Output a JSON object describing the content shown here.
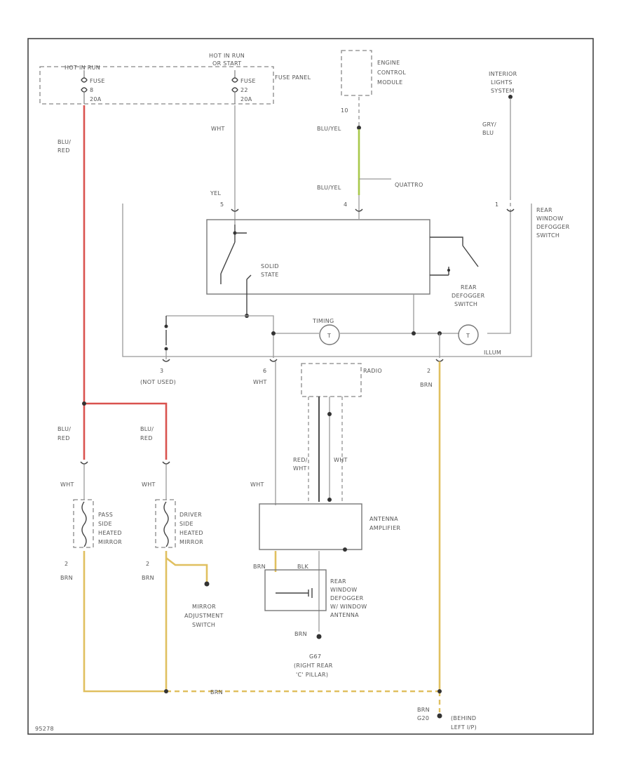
{
  "labels": {
    "hot_in_run_1": "HOT IN RUN",
    "fuse_1": "FUSE",
    "fuse_1_num": "8",
    "fuse_1_amp": "20A",
    "hot_in_run_2": "HOT IN RUN",
    "or_start": "OR START",
    "fuse_2": "FUSE",
    "fuse_2_num": "22",
    "fuse_2_amp": "20A",
    "fuse_panel": "FUSE PANEL",
    "ecm_1": "ENGINE",
    "ecm_2": "CONTROL",
    "ecm_3": "MODULE",
    "ecm_pin": "10",
    "ils_1": "INTERIOR",
    "ils_2": "LIGHTS",
    "ils_3": "SYSTEM",
    "blu_red_top_1": "BLU/",
    "blu_red_top_2": "RED",
    "wht_top": "WHT",
    "blu_yel_1": "BLU/YEL",
    "gry_blu_1": "GRY/",
    "gry_blu_2": "BLU",
    "yel": "YEL",
    "pin5": "5",
    "blu_yel_2": "BLU/YEL",
    "quattro": "QUATTRO",
    "pin4": "4",
    "pin1": "1",
    "rwds_1": "REAR",
    "rwds_2": "WINDOW",
    "rwds_3": "DEFOGGER",
    "rwds_4": "SWITCH",
    "solid_1": "SOLID",
    "solid_2": "STATE",
    "rds_1": "REAR",
    "rds_2": "DEFOGGER",
    "rds_3": "SWITCH",
    "timing": "TIMING",
    "t1": "T",
    "t2": "T",
    "illum": "ILLUM",
    "pin3": "3",
    "not_used": "(NOT USED)",
    "pin6": "6",
    "wht_mid": "WHT",
    "pin2": "2",
    "brn_mid": "BRN",
    "radio": "RADIO",
    "blu_red_l_1": "BLU/",
    "blu_red_l_2": "RED",
    "blu_red_r_1": "BLU/",
    "blu_red_r_2": "RED",
    "red_wht_1": "RED/",
    "red_wht_2": "WHT",
    "wht_ant": "WHT",
    "wht_ml": "WHT",
    "wht_mr": "WHT",
    "wht_amp": "WHT",
    "pass_1": "PASS",
    "pass_2": "SIDE",
    "pass_3": "HEATED",
    "pass_4": "MIRROR",
    "drv_1": "DRIVER",
    "drv_2": "SIDE",
    "drv_3": "HEATED",
    "drv_4": "MIRROR",
    "aa_1": "ANTENNA",
    "aa_2": "AMPLIFIER",
    "pin2_l": "2",
    "pin2_r": "2",
    "brn_l": "BRN",
    "brn_r": "BRN",
    "brn_amp": "BRN",
    "blk_amp": "BLK",
    "rwa_1": "REAR",
    "rwa_2": "WINDOW",
    "rwa_3": "DEFOGGER",
    "rwa_4": "W/ WINDOW",
    "rwa_5": "ANTENNA",
    "mas_1": "MIRROR",
    "mas_2": "ADJUSTMENT",
    "mas_3": "SWITCH",
    "brn_g": "BRN",
    "g_1": "G67",
    "g_2": "(RIGHT REAR",
    "g_3": "'C' PILLAR)",
    "brn_bottom": "BRN",
    "brn_g2": "BRN",
    "g2_code": "G20",
    "g2_1": "(BEHIND",
    "g2_2": "LEFT I/P)",
    "code": "95278"
  },
  "colors": {
    "wire_red": "#d9534f",
    "wire_yellow": "#e0c060",
    "wire_green": "#a8c84a"
  }
}
